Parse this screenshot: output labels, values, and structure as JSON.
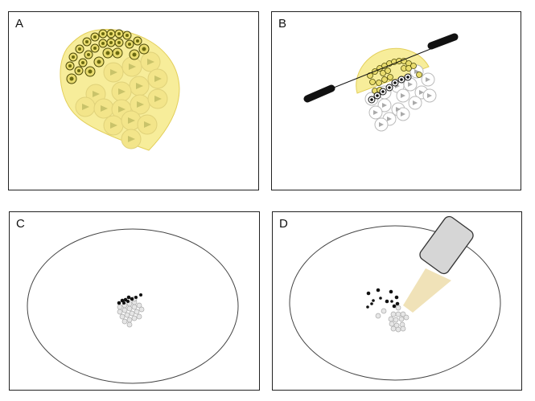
{
  "figure": {
    "panels": [
      {
        "label": "A",
        "description": "Yellow teardrop-shaped egg mass containing embryos; upper-left embryos smaller and darker"
      },
      {
        "label": "B",
        "description": "Egg mass pierced by a rod with black handles; yellow half-dome region above; pale embryos below"
      },
      {
        "label": "C",
        "description": "Large oval arena with clustered embryos: black dots on top of grey circles"
      },
      {
        "label": "D",
        "description": "Oval arena with a grey light source emitting a beige beam toward grey clustered embryos; black dots dispersed"
      }
    ]
  },
  "colors": {
    "yellow_fill": "#f7ed9a",
    "yellow_stroke": "#e3cf5a",
    "embryo_dark": "#6b6a10",
    "embryo_light": "#c9c36a",
    "grey_embryo": "#bdbdbd",
    "light_box": "#d6d6d6",
    "beam": "#f0e2b8",
    "border": "#222222"
  }
}
